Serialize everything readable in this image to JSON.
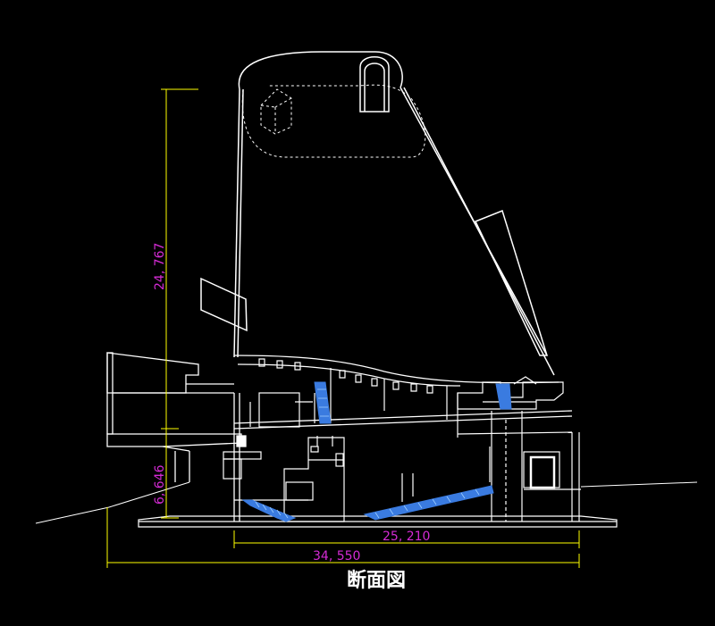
{
  "caption": "断面図",
  "dimensions": {
    "upper_height": "24, 767",
    "lower_height": "6, 646",
    "inner_width": "25, 210",
    "overall_width": "34, 550"
  },
  "colors": {
    "background": "#000000",
    "linework": "#ffffff",
    "dimension_lines": "#ffff00",
    "dimension_text": "#d42bd4",
    "stairs": "#3a7be0"
  }
}
